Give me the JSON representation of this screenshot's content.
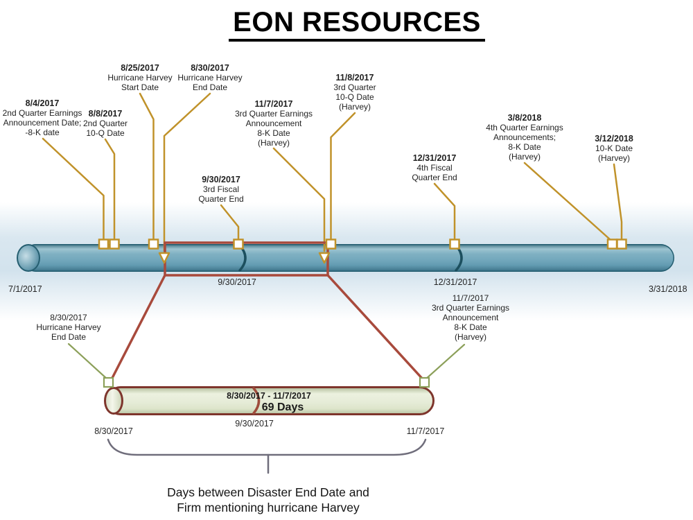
{
  "title": "EON RESOURCES",
  "colors": {
    "gold": "#C0922A",
    "red": "#A84A3C",
    "dark_red": "#7E352C",
    "arc_red": "#9E4C3B",
    "teal_dark": "#1C4F5E",
    "bar_border": "#255E70",
    "green": "#8CA05A",
    "brace": "#6F6D7B"
  },
  "timeline": {
    "axis_labels": {
      "start": "7/1/2017",
      "q3_end": "9/30/2017",
      "q4_end": "12/31/2017",
      "end": "3/31/2018"
    },
    "callouts": [
      {
        "date": "8/4/2017",
        "desc": "2nd Quarter Earnings\nAnnouncement Date;\n-8-K date"
      },
      {
        "date": "8/8/2017",
        "desc": "2nd Quarter\n10-Q Date"
      },
      {
        "date": "8/25/2017",
        "desc": "Hurricane Harvey\nStart Date"
      },
      {
        "date": "8/30/2017",
        "desc": "Hurricane Harvey\nEnd Date"
      },
      {
        "date": "11/7/2017",
        "desc": "3rd Quarter Earnings\nAnnouncement\n8-K Date\n(Harvey)"
      },
      {
        "date": "11/8/2017",
        "desc": "3rd Quarter\n10-Q Date\n(Harvey)"
      },
      {
        "date": "9/30/2017",
        "desc": "3rd Fiscal\nQuarter End"
      },
      {
        "date": "12/31/2017",
        "desc": "4th Fiscal\nQuarter End"
      },
      {
        "date": "3/8/2018",
        "desc": "4th Quarter Earnings\nAnnouncements;\n8-K Date\n(Harvey)"
      },
      {
        "date": "3/12/2018",
        "desc": "10-K Date\n(Harvey)"
      }
    ]
  },
  "zoom_section": {
    "callouts": [
      {
        "date": "8/30/2017",
        "desc": "Hurricane Harvey\nEnd Date"
      },
      {
        "date": "11/7/2017",
        "desc": "3rd Quarter Earnings\nAnnouncement\n8-K Date\n(Harvey)"
      }
    ],
    "bar": {
      "range": "8/30/2017 - 11/7/2017",
      "duration": "69 Days"
    },
    "below_labels": {
      "start": "8/30/2017",
      "mid": "9/30/2017",
      "end": "11/7/2017"
    },
    "caption": "Days between Disaster End Date and\nFirm mentioning hurricane Harvey"
  }
}
